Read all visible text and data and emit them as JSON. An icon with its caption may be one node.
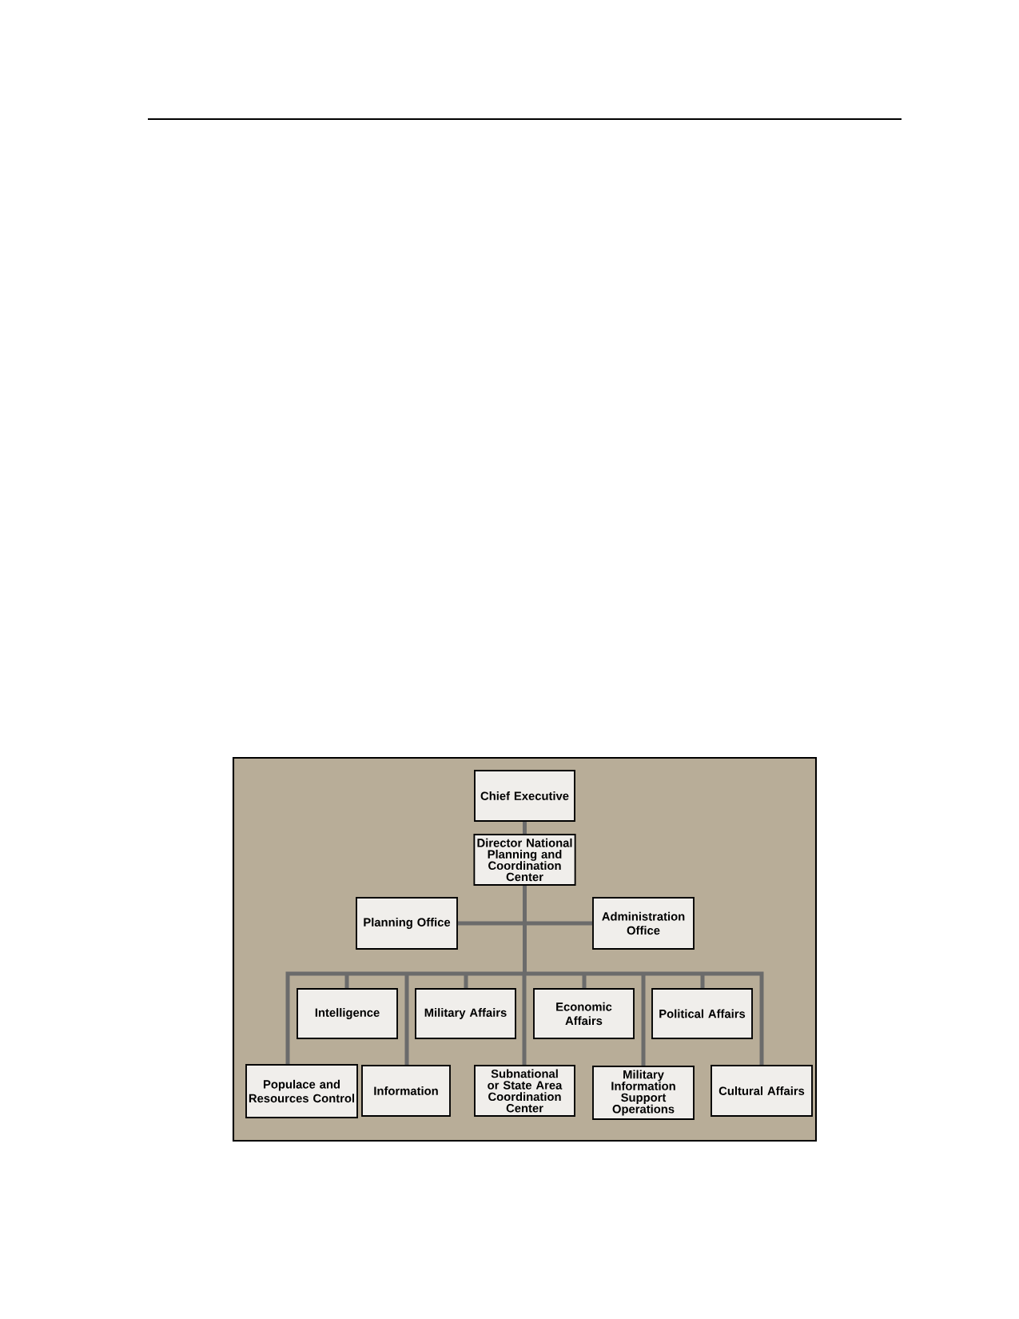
{
  "diagram": {
    "nodes": [
      {
        "text": [
          "Chief Executive"
        ]
      },
      {
        "text": [
          "Director National Planning and Coordination Center"
        ]
      },
      {
        "text": [
          "Planning Office"
        ]
      },
      {
        "text": [
          "Administration Office"
        ]
      },
      {
        "text": [
          "Intelligence"
        ]
      },
      {
        "text": [
          "Military Affairs"
        ]
      },
      {
        "text": [
          "Economic Affairs"
        ]
      },
      {
        "text": [
          "Political Affairs"
        ]
      },
      {
        "text": [
          "Populace and Resources Control"
        ]
      },
      {
        "text": [
          "Information"
        ]
      },
      {
        "text": [
          "Subnational or State Area Coordination Center"
        ]
      },
      {
        "text": [
          "Military Information Support Operations"
        ]
      },
      {
        "text": [
          "Cultural Affairs"
        ]
      }
    ],
    "edges": [
      {
        "from": 0,
        "to": 1,
        "arrow": "none"
      },
      {
        "from": 1,
        "to": 2,
        "arrow": "none"
      },
      {
        "from": 1,
        "to": 3,
        "arrow": "none"
      },
      {
        "from": 1,
        "to": 4,
        "arrow": "none"
      },
      {
        "from": 1,
        "to": 5,
        "arrow": "none"
      },
      {
        "from": 1,
        "to": 6,
        "arrow": "none"
      },
      {
        "from": 1,
        "to": 7,
        "arrow": "none"
      },
      {
        "from": 1,
        "to": 8,
        "arrow": "none"
      },
      {
        "from": 1,
        "to": 9,
        "arrow": "none"
      },
      {
        "from": 1,
        "to": 10,
        "arrow": "none"
      },
      {
        "from": 1,
        "to": 11,
        "arrow": "none"
      },
      {
        "from": 1,
        "to": 12,
        "arrow": "none"
      }
    ]
  }
}
